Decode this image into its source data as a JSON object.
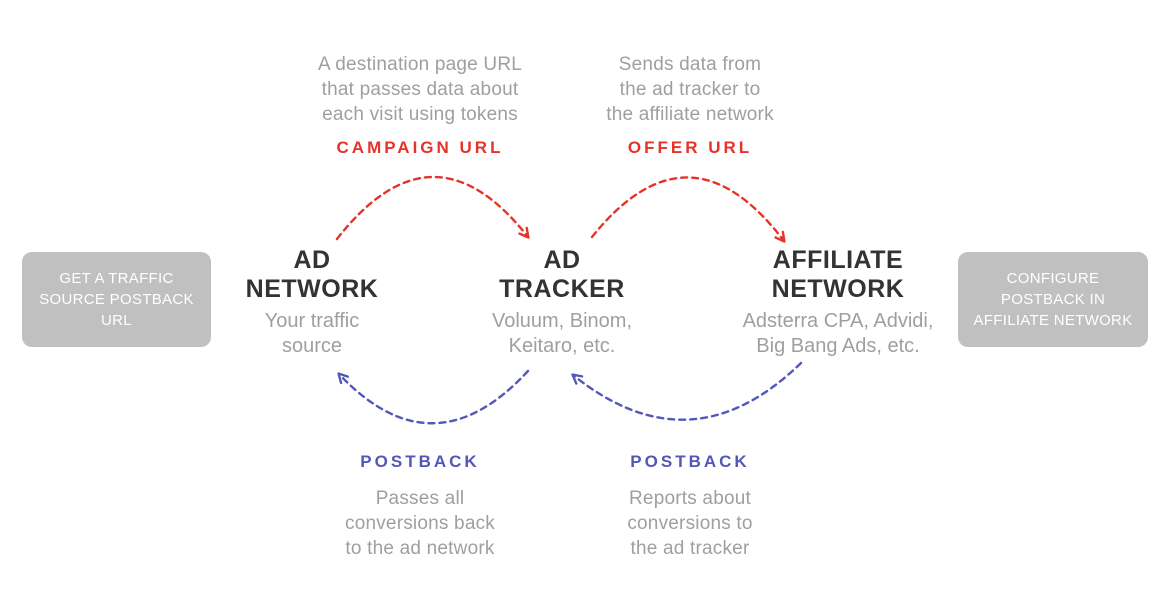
{
  "colors": {
    "flow_red": "#e6332a",
    "flow_blue": "#5457b8",
    "node_title": "#333333",
    "muted_text": "#9f9fa1",
    "side_note_bg": "#c0c0c0",
    "side_note_text": "#ffffff"
  },
  "side_notes": {
    "left": "GET A TRAFFIC\nSOURCE POSTBACK\nURL",
    "right": "CONFIGURE\nPOSTBACK IN\nAFFILIATE NETWORK"
  },
  "nodes": [
    {
      "title": "AD\nNETWORK",
      "subtitle": "Your traffic\nsource"
    },
    {
      "title": "AD\nTRACKER",
      "subtitle": "Voluum, Binom,\nKeitaro, etc."
    },
    {
      "title": "AFFILIATE\nNETWORK",
      "subtitle": "Adsterra CPA, Advidi,\nBig Bang Ads, etc."
    }
  ],
  "top_flows": [
    {
      "label": "CAMPAIGN URL",
      "description": "A destination page URL\nthat passes data about\neach visit using tokens"
    },
    {
      "label": "OFFER URL",
      "description": "Sends data from\nthe ad tracker to\nthe affiliate network"
    }
  ],
  "bottom_flows": [
    {
      "label": "POSTBACK",
      "description": "Passes all\nconversions back\nto the ad network"
    },
    {
      "label": "POSTBACK",
      "description": "Reports about\nconversions to\nthe ad tracker"
    }
  ]
}
